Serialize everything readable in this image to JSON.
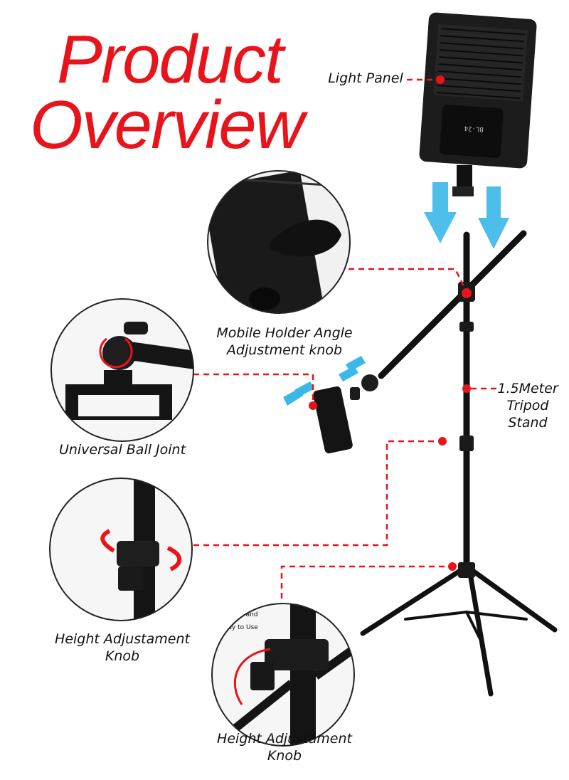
{
  "title": {
    "line1": "Product",
    "line2": "Overview"
  },
  "labels": {
    "light_panel": "Light Panel",
    "mobile_holder_line1": "Mobile Holder Angle",
    "mobile_holder_line2": "Adjustment knob",
    "tripod_line1": "1.5Meter",
    "tripod_line2": "Tripod",
    "tripod_line3": "Stand",
    "ball_joint": "Universal Ball Joint",
    "height_knob_1_line1": "Height Adjustament",
    "height_knob_1_line2": "Knob",
    "height_knob_2_line1": "Height Adjustament",
    "height_knob_2_line2": "Knob"
  },
  "panel_text": {
    "model": "BL-24"
  },
  "inset_text": {
    "line1": "Simple and",
    "line2": "Easy to Use"
  },
  "colors": {
    "title": "#e8141b",
    "leader": "#e8141b",
    "arrow": "#3ab8e8",
    "product": "#161616"
  }
}
